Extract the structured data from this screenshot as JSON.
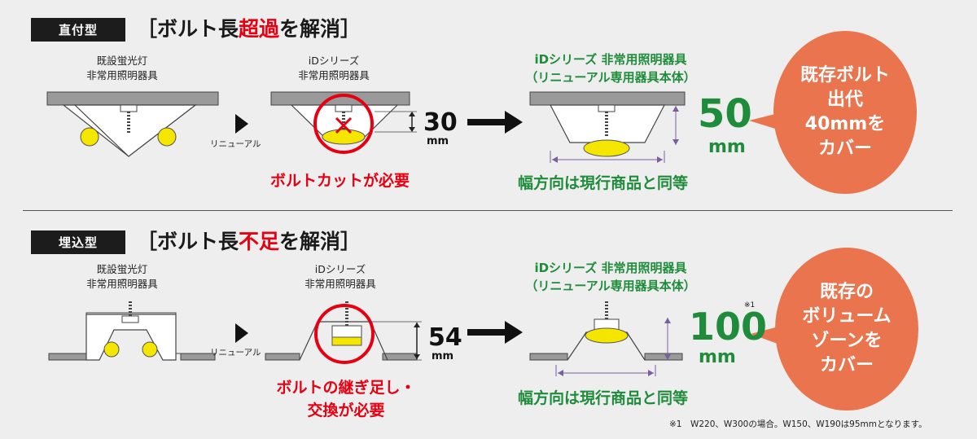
{
  "colors": {
    "red": "#e60012",
    "green": "#1f8c3b",
    "bubble": "#e9744d",
    "lamp_yellow": "#f5e600",
    "ceiling_gray": "#9a9a9a"
  },
  "section1": {
    "tag": "直付型",
    "heading_pre": "［ボルト長",
    "heading_highlight": "超過",
    "heading_post": "を解消］",
    "existing_label": [
      "既設蛍光灯",
      "非常用照明器具"
    ],
    "renewal_label": "リニューアル",
    "id_label": [
      "iDシリーズ",
      "非常用照明器具"
    ],
    "dim_value": "30",
    "dim_unit": "mm",
    "bolt_cut_text": "ボルトカットが必要",
    "new_label": [
      "iDシリーズ 非常用照明器具",
      "（リニューアル専用器具本体）"
    ],
    "width_text": "幅方向は現行商品と同等",
    "big_value": "50",
    "big_unit": "mm",
    "bubble": [
      "既存ボルト",
      "出代",
      "40mmを",
      "カバー"
    ]
  },
  "section2": {
    "tag": "埋込型",
    "heading_pre": "［ボルト長",
    "heading_highlight": "不足",
    "heading_post": "を解消］",
    "existing_label": [
      "既設蛍光灯",
      "非常用照明器具"
    ],
    "renewal_label": "リニューアル",
    "id_label": [
      "iDシリーズ",
      "非常用照明器具"
    ],
    "dim_value": "54",
    "dim_unit": "mm",
    "bolt_text": [
      "ボルトの継ぎ足し・",
      "交換が必要"
    ],
    "new_label": [
      "iDシリーズ 非常用照明器具",
      "（リニューアル専用器具本体）"
    ],
    "width_text": "幅方向は現行商品と同等",
    "big_value": "100",
    "big_note": "※1",
    "big_unit": "mm",
    "bubble": [
      "既存の",
      "ボリューム",
      "ゾーンを",
      "カバー"
    ]
  },
  "footnote": "※1　W220、W300の場合。W150、W190は95mmとなります。"
}
